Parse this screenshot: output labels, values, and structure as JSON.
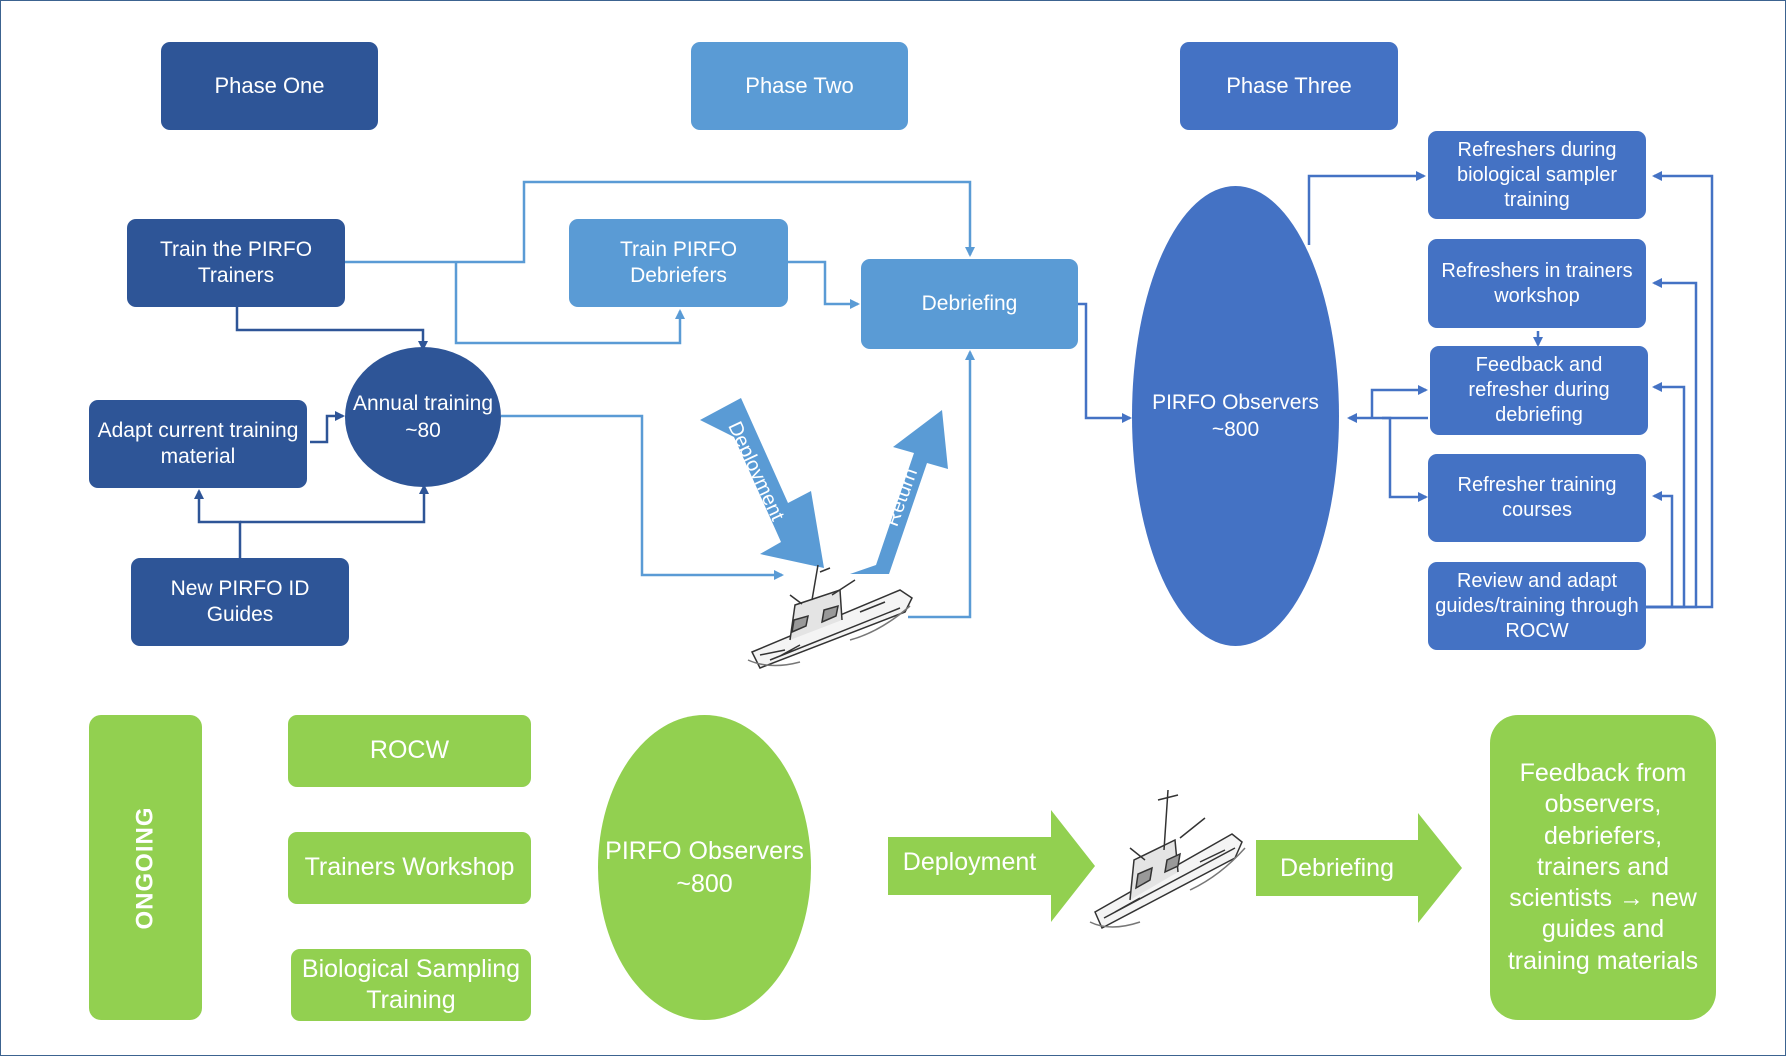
{
  "phases": {
    "one": "Phase One",
    "two": "Phase Two",
    "three": "Phase Three"
  },
  "phase_one": {
    "train_trainers": "Train the PIRFO Trainers",
    "annual_training": "Annual training ~80",
    "adapt_material": "Adapt current training material",
    "new_guides": "New PIRFO ID Guides"
  },
  "phase_two": {
    "train_debriefers": "Train PIRFO Debriefers",
    "debriefing": "Debriefing",
    "deployment_arrow": "Deployment",
    "return_arrow": "Return"
  },
  "phase_three": {
    "observers": "PIRFO Observers ~800",
    "refresher_bio": "Refreshers during biological sampler training",
    "refresher_trainers": "Refreshers in trainers workshop",
    "feedback_debriefing": "Feedback and refresher during debriefing",
    "refresher_courses": "Refresher training courses",
    "review_adapt": "Review and adapt guides/training through ROCW"
  },
  "ongoing": {
    "label": "ONGOING",
    "rocw": "ROCW",
    "trainers_workshop": "Trainers Workshop",
    "bio_sampling": "Biological Sampling Training",
    "observers": "PIRFO Observers ~800",
    "deployment": "Deployment",
    "debriefing": "Debriefing",
    "feedback": "Feedback from observers, debriefers, trainers and scientists → new guides and training materials"
  },
  "colors": {
    "dark_blue": "#2e5597",
    "light_blue": "#5a9bd5",
    "mid_blue": "#4472c4",
    "green": "#92d050"
  }
}
